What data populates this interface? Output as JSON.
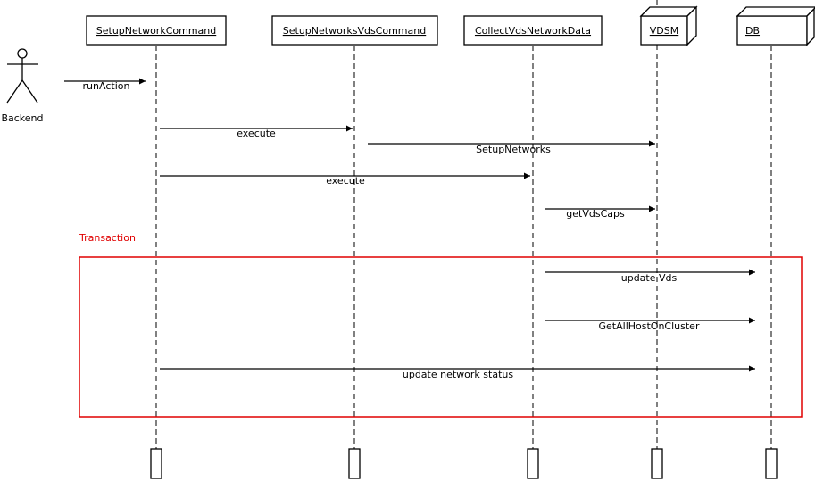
{
  "actor": {
    "name": "Backend"
  },
  "participants": [
    {
      "id": "p1",
      "name": "SetupNetworkCommand"
    },
    {
      "id": "p2",
      "name": "SetupNetworksVdsCommand"
    },
    {
      "id": "p3",
      "name": "CollectVdsNetworkData"
    },
    {
      "id": "p4",
      "name": "VDSM"
    },
    {
      "id": "p5",
      "name": "DB"
    }
  ],
  "messages": [
    {
      "label": "runAction"
    },
    {
      "label": "execute"
    },
    {
      "label": "SetupNetworks"
    },
    {
      "label": "execute"
    },
    {
      "label": "getVdsCaps"
    },
    {
      "label": "update Vds"
    },
    {
      "label": "GetAllHostOnCluster"
    },
    {
      "label": "update network status"
    }
  ],
  "fragment": {
    "label": "Transaction",
    "color": "#e00000"
  }
}
